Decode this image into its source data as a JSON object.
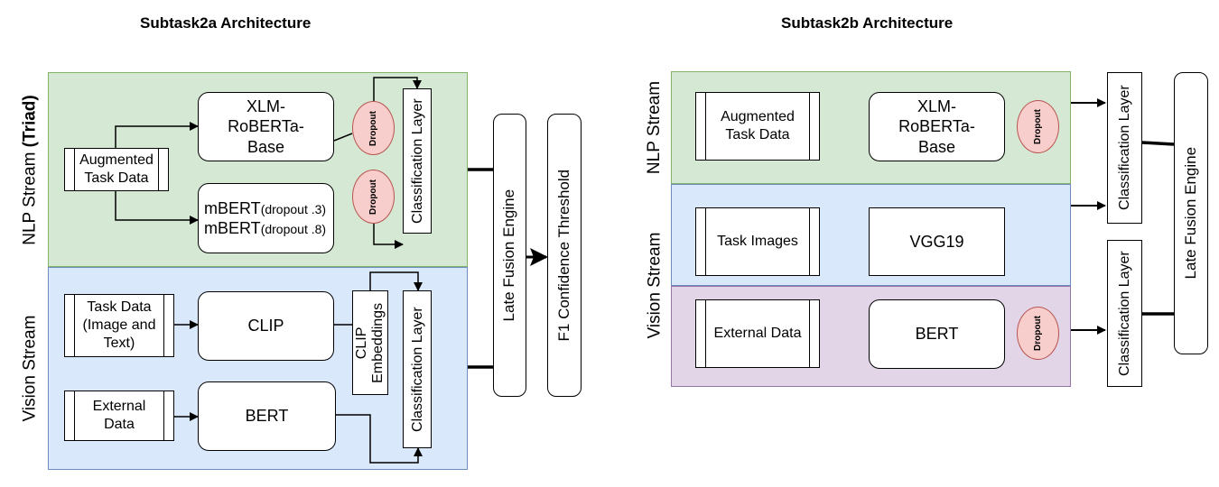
{
  "colors": {
    "nlp_fill": "#d5e8d4",
    "nlp_border": "#82b366",
    "vision_fill": "#dae8fc",
    "vision_border": "#6c8ebf",
    "purple_fill": "#e1d5e7",
    "purple_border": "#9673a6",
    "dropout_fill": "#f8cecc",
    "dropout_border": "#b85450"
  },
  "left": {
    "title": "Subtask2a Architecture",
    "nlp_label_main": "NLP Stream ",
    "nlp_label_bold": "(Triad)",
    "vision_label": "Vision Stream",
    "augmented": "Augmented Task Data",
    "xlm": "XLM-RoBERTa-Base",
    "mbert_line1_main": "mBERT",
    "mbert_line1_small": "(dropout .3)",
    "mbert_line2_main": "mBERT",
    "mbert_line2_small": "(dropout .8)",
    "dropout": "Dropout",
    "classification": "Classification Layer",
    "task_data": "Task Data (Image and Text)",
    "clip": "CLIP",
    "clip_embeddings": "CLIP Embeddings",
    "external": "External Data",
    "bert": "BERT",
    "late_fusion": "Late Fusion Engine",
    "f1": "F1 Confidence Threshold"
  },
  "right": {
    "title": "Subtask2b Architecture",
    "nlp_label": "NLP Stream",
    "vision_label": "Vision Stream",
    "augmented": "Augmented Task Data",
    "xlm": "XLM-RoBERTa-Base",
    "dropout": "Dropout",
    "task_images": "Task Images",
    "vgg": "VGG19",
    "external": "External Data",
    "bert": "BERT",
    "classification": "Classification Layer",
    "late_fusion": "Late Fusion Engine"
  }
}
